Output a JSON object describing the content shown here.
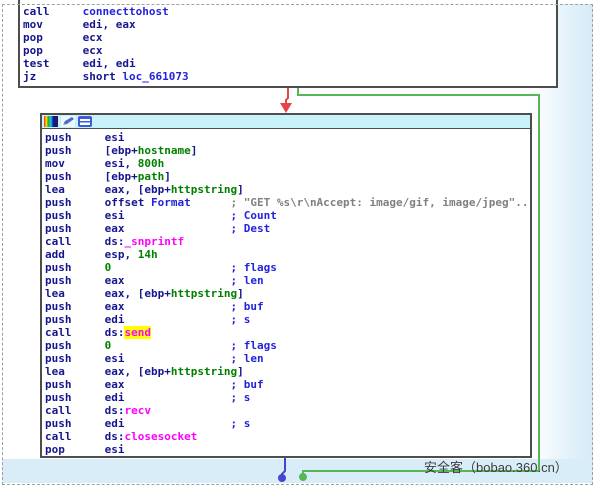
{
  "watermark": {
    "text": "安全客（bobao.360.cn）"
  },
  "colors": {
    "i": "#15158e",
    "n": "#2323dc",
    "v": "#008000",
    "c": "#2323dc",
    "g": "#808080",
    "m": "#ff00ff",
    "highlight_bg": "#ffff00",
    "edge_red": "#e84444",
    "edge_green": "#58b558",
    "edge_blue": "#4545d2",
    "titlebar_bg": "#c9f1fa",
    "block_border": "#4d4d4d",
    "bg_blue": "#d9edf8",
    "watermark_text": "#3d3d3d"
  },
  "title_icons": [
    "color-palette-icon",
    "edit-pencil-icon",
    "window-frame-icon"
  ],
  "blocks": {
    "top": {
      "lines": [
        [
          [
            "call     ",
            "i"
          ],
          [
            "connecttohost",
            "n"
          ]
        ],
        [
          [
            "mov      edi, eax",
            "i"
          ]
        ],
        [
          [
            "pop      ecx",
            "i"
          ]
        ],
        [
          [
            "pop      ecx",
            "i"
          ]
        ],
        [
          [
            "test     edi, edi",
            "i"
          ]
        ],
        [
          [
            "jz       short ",
            "i"
          ],
          [
            "loc_661073",
            "n"
          ]
        ]
      ]
    },
    "main": {
      "lines": [
        [
          [
            "push     esi",
            "i"
          ]
        ],
        [
          [
            "push     [ebp+",
            "i"
          ],
          [
            "hostname",
            "v"
          ],
          [
            "]",
            "i"
          ]
        ],
        [
          [
            "mov      esi, ",
            "i"
          ],
          [
            "800h",
            "v"
          ]
        ],
        [
          [
            "push     [ebp+",
            "i"
          ],
          [
            "path",
            "v"
          ],
          [
            "]",
            "i"
          ]
        ],
        [
          [
            "lea      eax, [ebp+",
            "i"
          ],
          [
            "httpstring",
            "v"
          ],
          [
            "]",
            "i"
          ]
        ],
        [
          [
            "push     offset ",
            "i"
          ],
          [
            "Format",
            "n"
          ],
          [
            "      ",
            ""
          ],
          [
            "; \"GET %s\\r\\nAccept: image/gif, image/jpeg\"...",
            "g"
          ]
        ],
        [
          [
            "push     esi",
            "i"
          ],
          [
            "                ",
            ""
          ],
          [
            "; Count",
            "c"
          ]
        ],
        [
          [
            "push     eax",
            "i"
          ],
          [
            "                ",
            ""
          ],
          [
            "; Dest",
            "c"
          ]
        ],
        [
          [
            "call     ds:",
            "i"
          ],
          [
            "_snprintf",
            "m"
          ]
        ],
        [
          [
            "add      esp, ",
            "i"
          ],
          [
            "14h",
            "v"
          ]
        ],
        [
          [
            "push     ",
            "i"
          ],
          [
            "0",
            "v"
          ],
          [
            "                  ",
            ""
          ],
          [
            "; flags",
            "c"
          ]
        ],
        [
          [
            "push     eax",
            "i"
          ],
          [
            "                ",
            ""
          ],
          [
            "; len",
            "c"
          ]
        ],
        [
          [
            "lea      eax, [ebp+",
            "i"
          ],
          [
            "httpstring",
            "v"
          ],
          [
            "]",
            "i"
          ]
        ],
        [
          [
            "push     eax",
            "i"
          ],
          [
            "                ",
            ""
          ],
          [
            "; buf",
            "c"
          ]
        ],
        [
          [
            "push     edi",
            "i"
          ],
          [
            "                ",
            ""
          ],
          [
            "; s",
            "c"
          ]
        ],
        [
          [
            "call     ds:",
            "i"
          ],
          [
            "send",
            "mh"
          ]
        ],
        [
          [
            "push     ",
            "i"
          ],
          [
            "0",
            "v"
          ],
          [
            "                  ",
            ""
          ],
          [
            "; flags",
            "c"
          ]
        ],
        [
          [
            "push     esi",
            "i"
          ],
          [
            "                ",
            ""
          ],
          [
            "; len",
            "c"
          ]
        ],
        [
          [
            "lea      eax, [ebp+",
            "i"
          ],
          [
            "httpstring",
            "v"
          ],
          [
            "]",
            "i"
          ]
        ],
        [
          [
            "push     eax",
            "i"
          ],
          [
            "                ",
            ""
          ],
          [
            "; buf",
            "c"
          ]
        ],
        [
          [
            "push     edi",
            "i"
          ],
          [
            "                ",
            ""
          ],
          [
            "; s",
            "c"
          ]
        ],
        [
          [
            "call     ds:",
            "i"
          ],
          [
            "recv",
            "m"
          ]
        ],
        [
          [
            "push     edi",
            "i"
          ],
          [
            "                ",
            ""
          ],
          [
            "; s",
            "c"
          ]
        ],
        [
          [
            "call     ds:",
            "i"
          ],
          [
            "closesocket",
            "m"
          ]
        ],
        [
          [
            "pop      esi",
            "i"
          ]
        ]
      ]
    }
  }
}
